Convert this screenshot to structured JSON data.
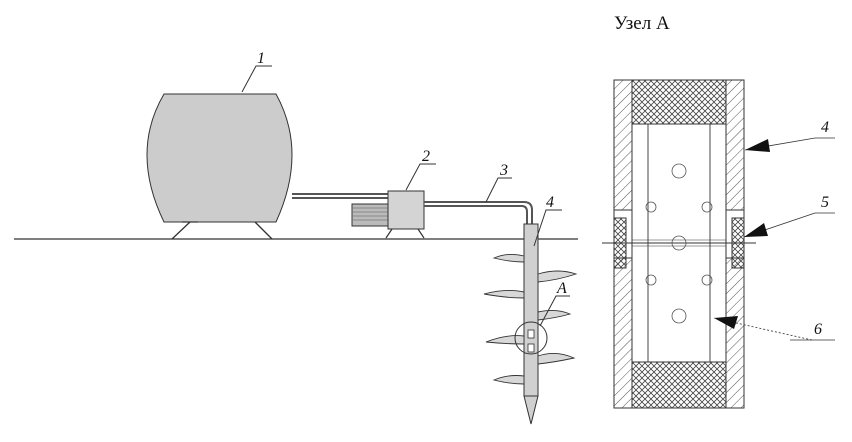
{
  "title": "Узел А",
  "labels": {
    "l1": "1",
    "l2": "2",
    "l3": "3",
    "l4": "4",
    "lA": "А",
    "d4": "4",
    "d5": "5",
    "d6": "6"
  },
  "colors": {
    "tank": "#cccccc",
    "line": "#333333",
    "pipe": "#555555"
  }
}
